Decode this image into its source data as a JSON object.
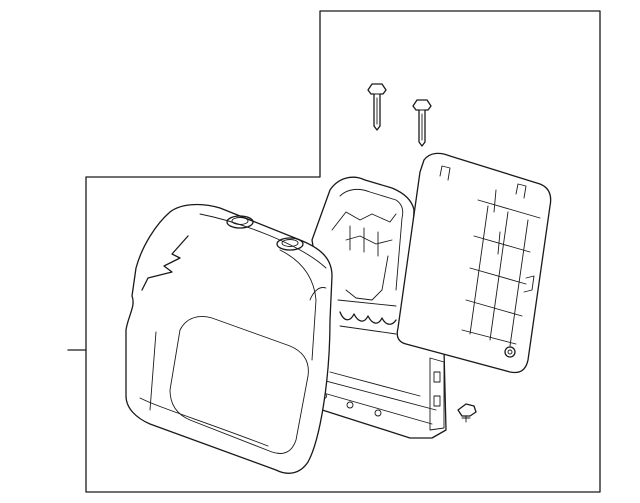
{
  "diagram": {
    "parts": [
      "seat-back-cushion",
      "seat-back-frame",
      "seat-back-panel",
      "headrest-guide-left",
      "headrest-guide-right",
      "clip-fastener"
    ],
    "colors": {
      "line": "#1a1a1a",
      "background": "#ffffff"
    }
  }
}
